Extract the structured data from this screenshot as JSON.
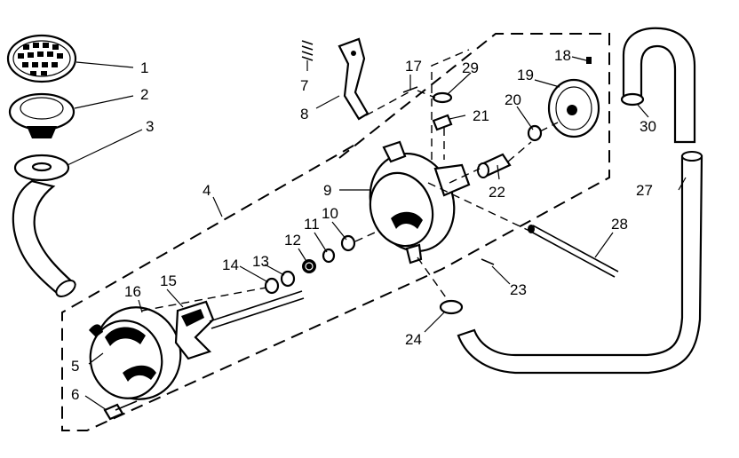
{
  "diagram": {
    "labels": {
      "p1": "1",
      "p2": "2",
      "p3": "3",
      "p4": "4",
      "p5": "5",
      "p6": "6",
      "p7": "7",
      "p8": "8",
      "p9": "9",
      "p10": "10",
      "p11": "11",
      "p12": "12",
      "p13": "13",
      "p14": "14",
      "p15": "15",
      "p16": "16",
      "p17": "17",
      "p18": "18",
      "p19": "19",
      "p20": "20",
      "p21": "21",
      "p22": "22",
      "p23": "23",
      "p24": "24",
      "p27": "27",
      "p28": "28",
      "p29": "29",
      "p30": "30"
    }
  }
}
